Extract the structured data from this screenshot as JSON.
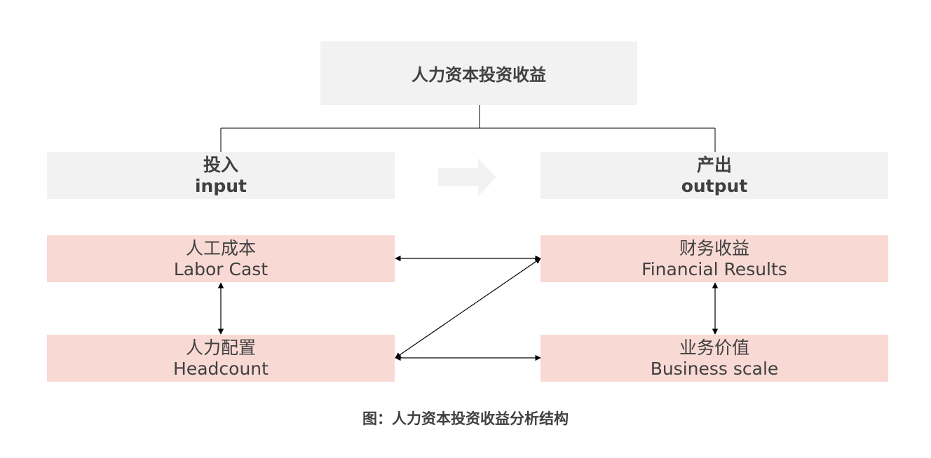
{
  "diagram": {
    "root": {
      "label": "人力资本投资收益"
    },
    "input_header": {
      "zh": "投入",
      "en": "input"
    },
    "output_header": {
      "zh": "产出",
      "en": "output"
    },
    "labor_cost": {
      "zh": "人工成本",
      "en": "Labor Cast"
    },
    "headcount": {
      "zh": "人力配置",
      "en": "Headcount"
    },
    "financial_results": {
      "zh": "财务收益",
      "en": "Financial Results"
    },
    "business_value": {
      "zh": "业务价值",
      "en": "Business scale"
    }
  },
  "caption": "图：人力资本投资收益分析结构",
  "colors": {
    "header_fill": "#f2f2f2",
    "item_fill": "#f8d9d3",
    "text": "#404040",
    "line": "#000000"
  }
}
